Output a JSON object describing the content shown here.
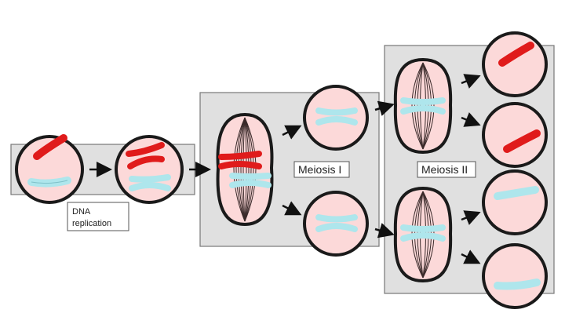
{
  "labels": {
    "dna_replication_line1": "DNA",
    "dna_replication_line2": "replication",
    "meiosis_1": "Meiosis I",
    "meiosis_2": "Meiosis II"
  },
  "colors": {
    "cell_fill": "#fcd9d9",
    "cell_stroke": "#1a1a1a",
    "panel_fill": "#e0e0e0",
    "maternal_chromosome": "#e01b1b",
    "paternal_chromosome": "#aee6ec",
    "spindle": "#3a2a2a"
  }
}
